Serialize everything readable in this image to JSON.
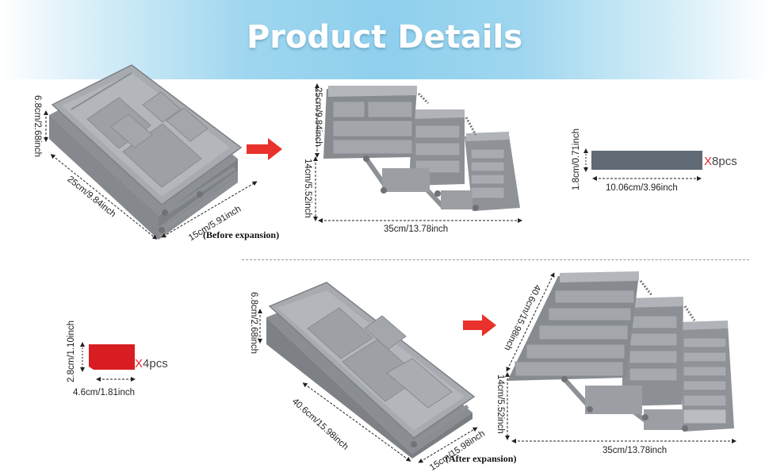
{
  "banner": {
    "title": "Product Details"
  },
  "colors": {
    "tray": "#9a9ea3",
    "tray_dark": "#7d8186",
    "tray_light": "#b9bcc0",
    "arrow": "#e8322b",
    "divider_red": "#d81e22",
    "divider_slate": "#5f6a75"
  },
  "before": {
    "height": "6.8cm/2.68inch",
    "length": "25cm/9.84inch",
    "width": "15cm/5.91inch",
    "caption": "(Before expansion)"
  },
  "before_expanded": {
    "length": "25cm/9.84inch",
    "height": "14cm/5.52inch",
    "width": "35cm/13.78inch"
  },
  "long_divider": {
    "height": "1.8cm/0.71inch",
    "length": "10.06cm/3.96inch",
    "qty_x": "X",
    "qty_n": "8pcs"
  },
  "short_divider": {
    "height": "2.8cm/1.10inch",
    "length": "4.6cm/1.81inch",
    "qty_x": "X",
    "qty_n": "4pcs"
  },
  "after": {
    "height": "6.8cm/2.68inch",
    "length": "40.6cm/15.98inch",
    "width": "15cm/15.98inch",
    "caption": "(After expansion)"
  },
  "after_expanded": {
    "length": "40.6cm/15.98inch",
    "height": "14cm/5.52inch",
    "width": "35cm/13.78inch"
  }
}
